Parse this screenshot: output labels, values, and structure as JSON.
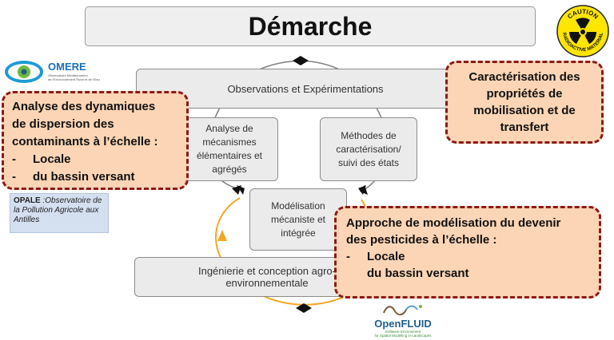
{
  "title": "Démarche",
  "boxes": {
    "observations": "Observations et Expérimentations",
    "ingenierie": "Ingénierie et conception agro-environnementale",
    "analyse_lines": [
      "Analyse de",
      "mécanismes",
      "élémentaires et",
      "agrégés"
    ],
    "methodes_lines": [
      "Méthodes de",
      "caractérisation/",
      "suivi des états"
    ],
    "modelisation_lines": [
      "Modélisation",
      "mécaniste et",
      "intégrée"
    ]
  },
  "callouts": {
    "left_lines": [
      "Analyse des dynamiques",
      "de dispersion des",
      "contaminants à l’échelle :"
    ],
    "left_items": [
      "Locale",
      "du bassin versant"
    ],
    "right_lines": [
      "Caractérisation  des",
      "propriétés de",
      "mobilisation et de",
      "transfert"
    ],
    "bottom_lines": [
      "Approche de modélisation du devenir",
      "des pesticides à l’échelle :"
    ],
    "bottom_items": [
      "Locale",
      "du bassin versant"
    ],
    "dash": "-"
  },
  "opale": {
    "name": "OPALE",
    "desc": ":Observatoire de la Pollution Agricole aux Antilles"
  },
  "logos": {
    "omere_name": "OMERE",
    "omere_sub1": "Observatoire Méditerranéen",
    "omere_sub2": "de l'Environnement Rural et de l'Eau",
    "caution_top": "CAUTION",
    "caution_bottom": "RADIOACTIVE MATERIAL",
    "openfluid_name": "OpenFLUID",
    "openfluid_sub1": "Software Environment",
    "openfluid_sub2": "for Spatial Modelling in Landscapes"
  },
  "colors": {
    "callout_fill": "#fbd5b5",
    "callout_border": "#8b1a1a",
    "box_fill": "#ebebeb",
    "cycle_orange": "#f5a623",
    "cycle_gray": "#7f7f7f",
    "caution_yellow": "#ffe600",
    "opale_fill": "#d4dff0"
  }
}
